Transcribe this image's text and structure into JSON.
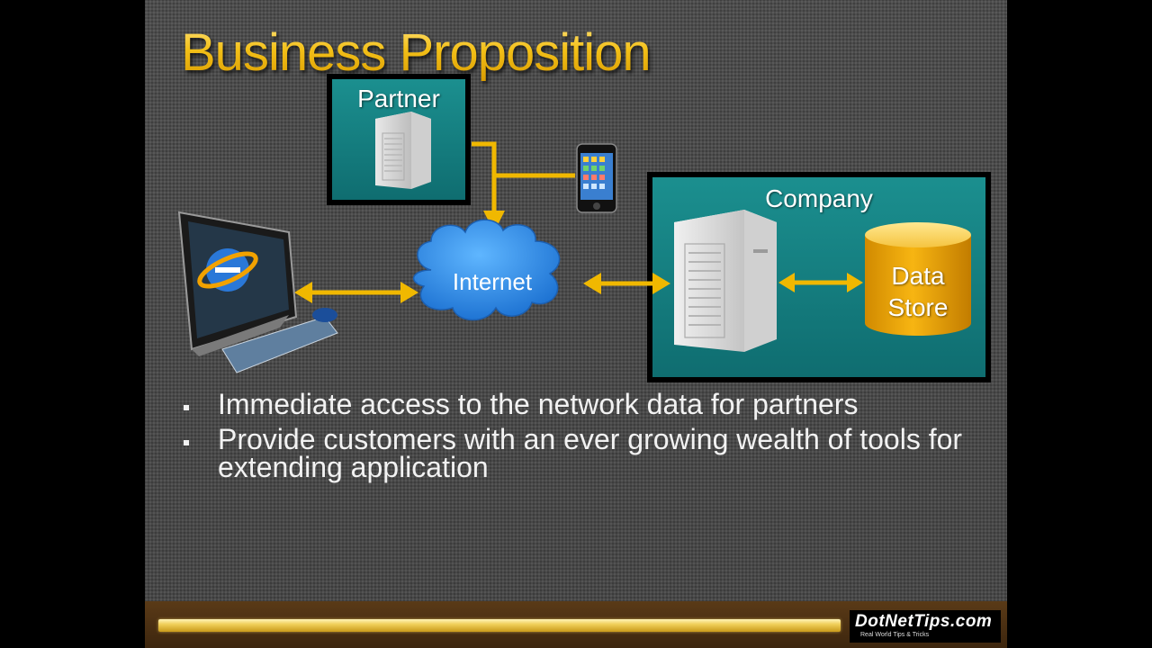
{
  "slide": {
    "title": "Business Proposition",
    "bullets": [
      "Immediate access to the network data for partners",
      "Provide customers with an ever growing wealth of tools for extending application"
    ]
  },
  "diagram": {
    "partner_label": "Partner",
    "company_label": "Company",
    "cloud_label": "Internet",
    "datastore_line1": "Data",
    "datastore_line2": "Store",
    "icons": [
      "server-icon",
      "smartphone-icon",
      "computer-monitor-icon",
      "cloud-icon",
      "database-icon"
    ]
  },
  "footer": {
    "logo_text": "DotNetTips.com",
    "logo_tagline": "Real World Tips & Tricks"
  },
  "colors": {
    "accent": "#f5c518",
    "box_teal": "#137b7e",
    "cloud_blue": "#2c8ee8",
    "datastore": "#f0a800"
  }
}
